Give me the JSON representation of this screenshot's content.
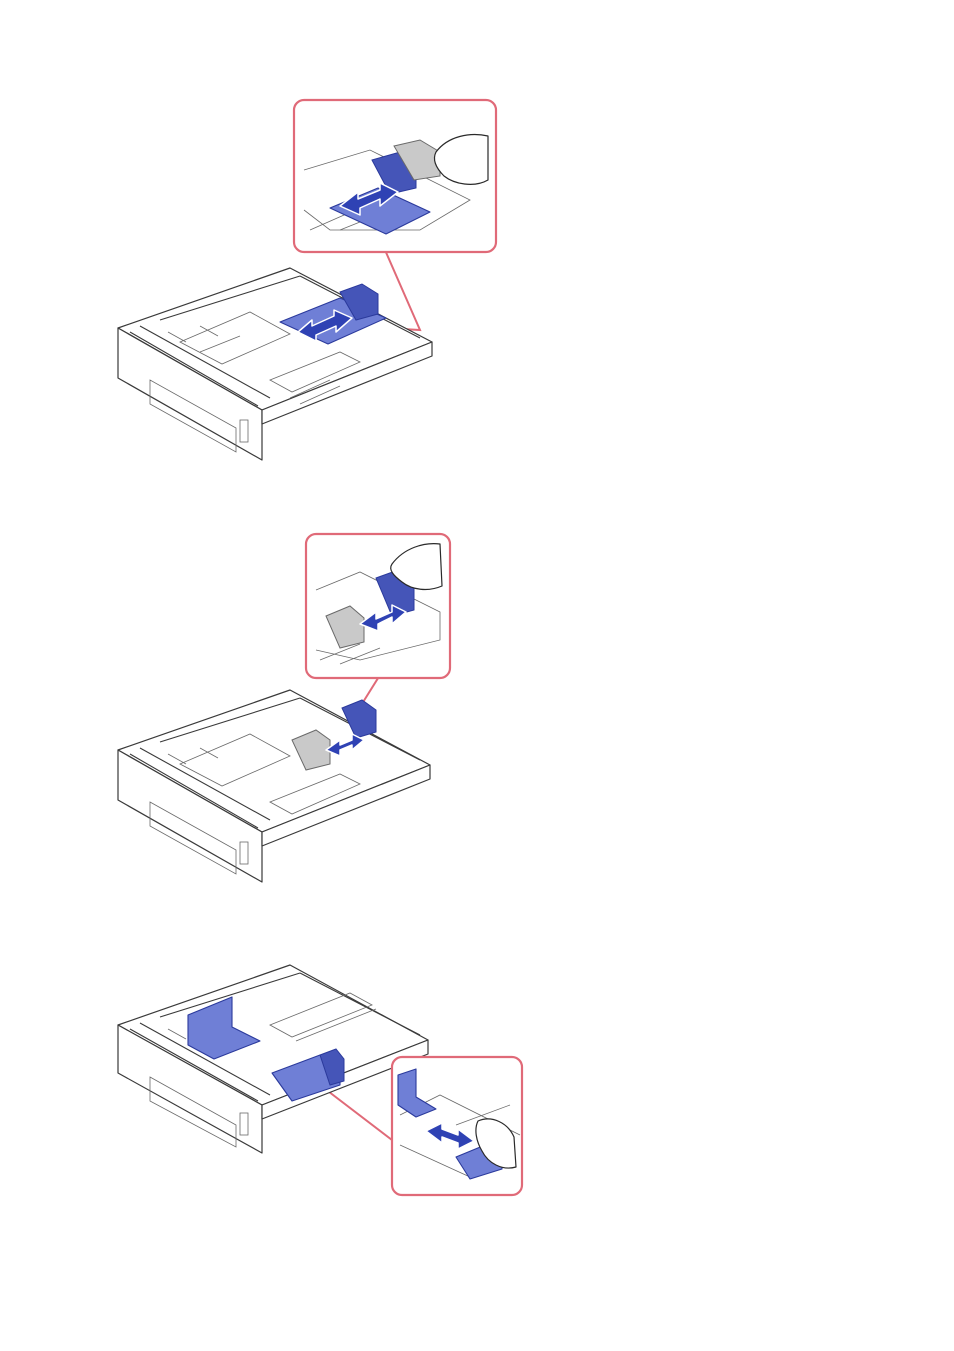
{
  "figures": [
    {
      "id": "fig1",
      "description_shown": false
    },
    {
      "id": "fig2",
      "description_shown": false
    },
    {
      "id": "fig3",
      "description_shown": false
    }
  ],
  "colors": {
    "guide_blue": "#6f7fd6",
    "arrow_blue": "#2f42b4",
    "callout_pink": "#e06a78",
    "outline": "#3a3a3a"
  },
  "icons": [
    "paper-tray-illustration",
    "length-guide",
    "width-guide",
    "hand",
    "double-arrow"
  ]
}
